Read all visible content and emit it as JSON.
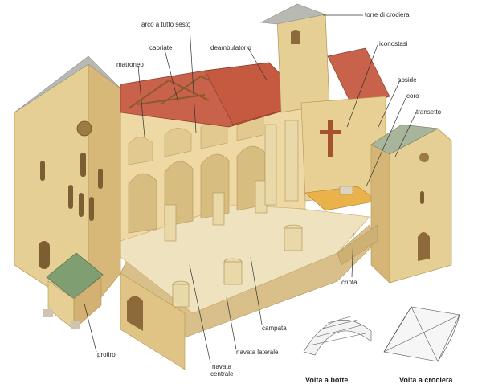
{
  "labels": {
    "torre_di_crociera": "torre di crociera",
    "arco_a_tutto_sesto": "arco a tutto sesto",
    "capriate": "capriate",
    "deambulatorio": "deambulatorio",
    "iconostasi": "iconostasi",
    "matroneo": "matroneo",
    "abside": "abside",
    "coro": "coro",
    "transetto": "transetto",
    "cripta": "cripta",
    "campata": "campata",
    "navata_laterale": "navata laterale",
    "navata_centrale_1": "navata",
    "navata_centrale_2": "centrale",
    "protiro": "protiro"
  },
  "captions": {
    "volta_a_botte": "Volta a botte",
    "volta_a_crociera": "Volta a crociera"
  },
  "colors": {
    "stone": "#e6cf94",
    "stone_dark": "#c9a865",
    "roof": "#c8624a",
    "roof_dark": "#a94a36",
    "floor": "#efe3bf",
    "roof_grey": "#b9b9b4",
    "beam": "#8b5a2b"
  }
}
